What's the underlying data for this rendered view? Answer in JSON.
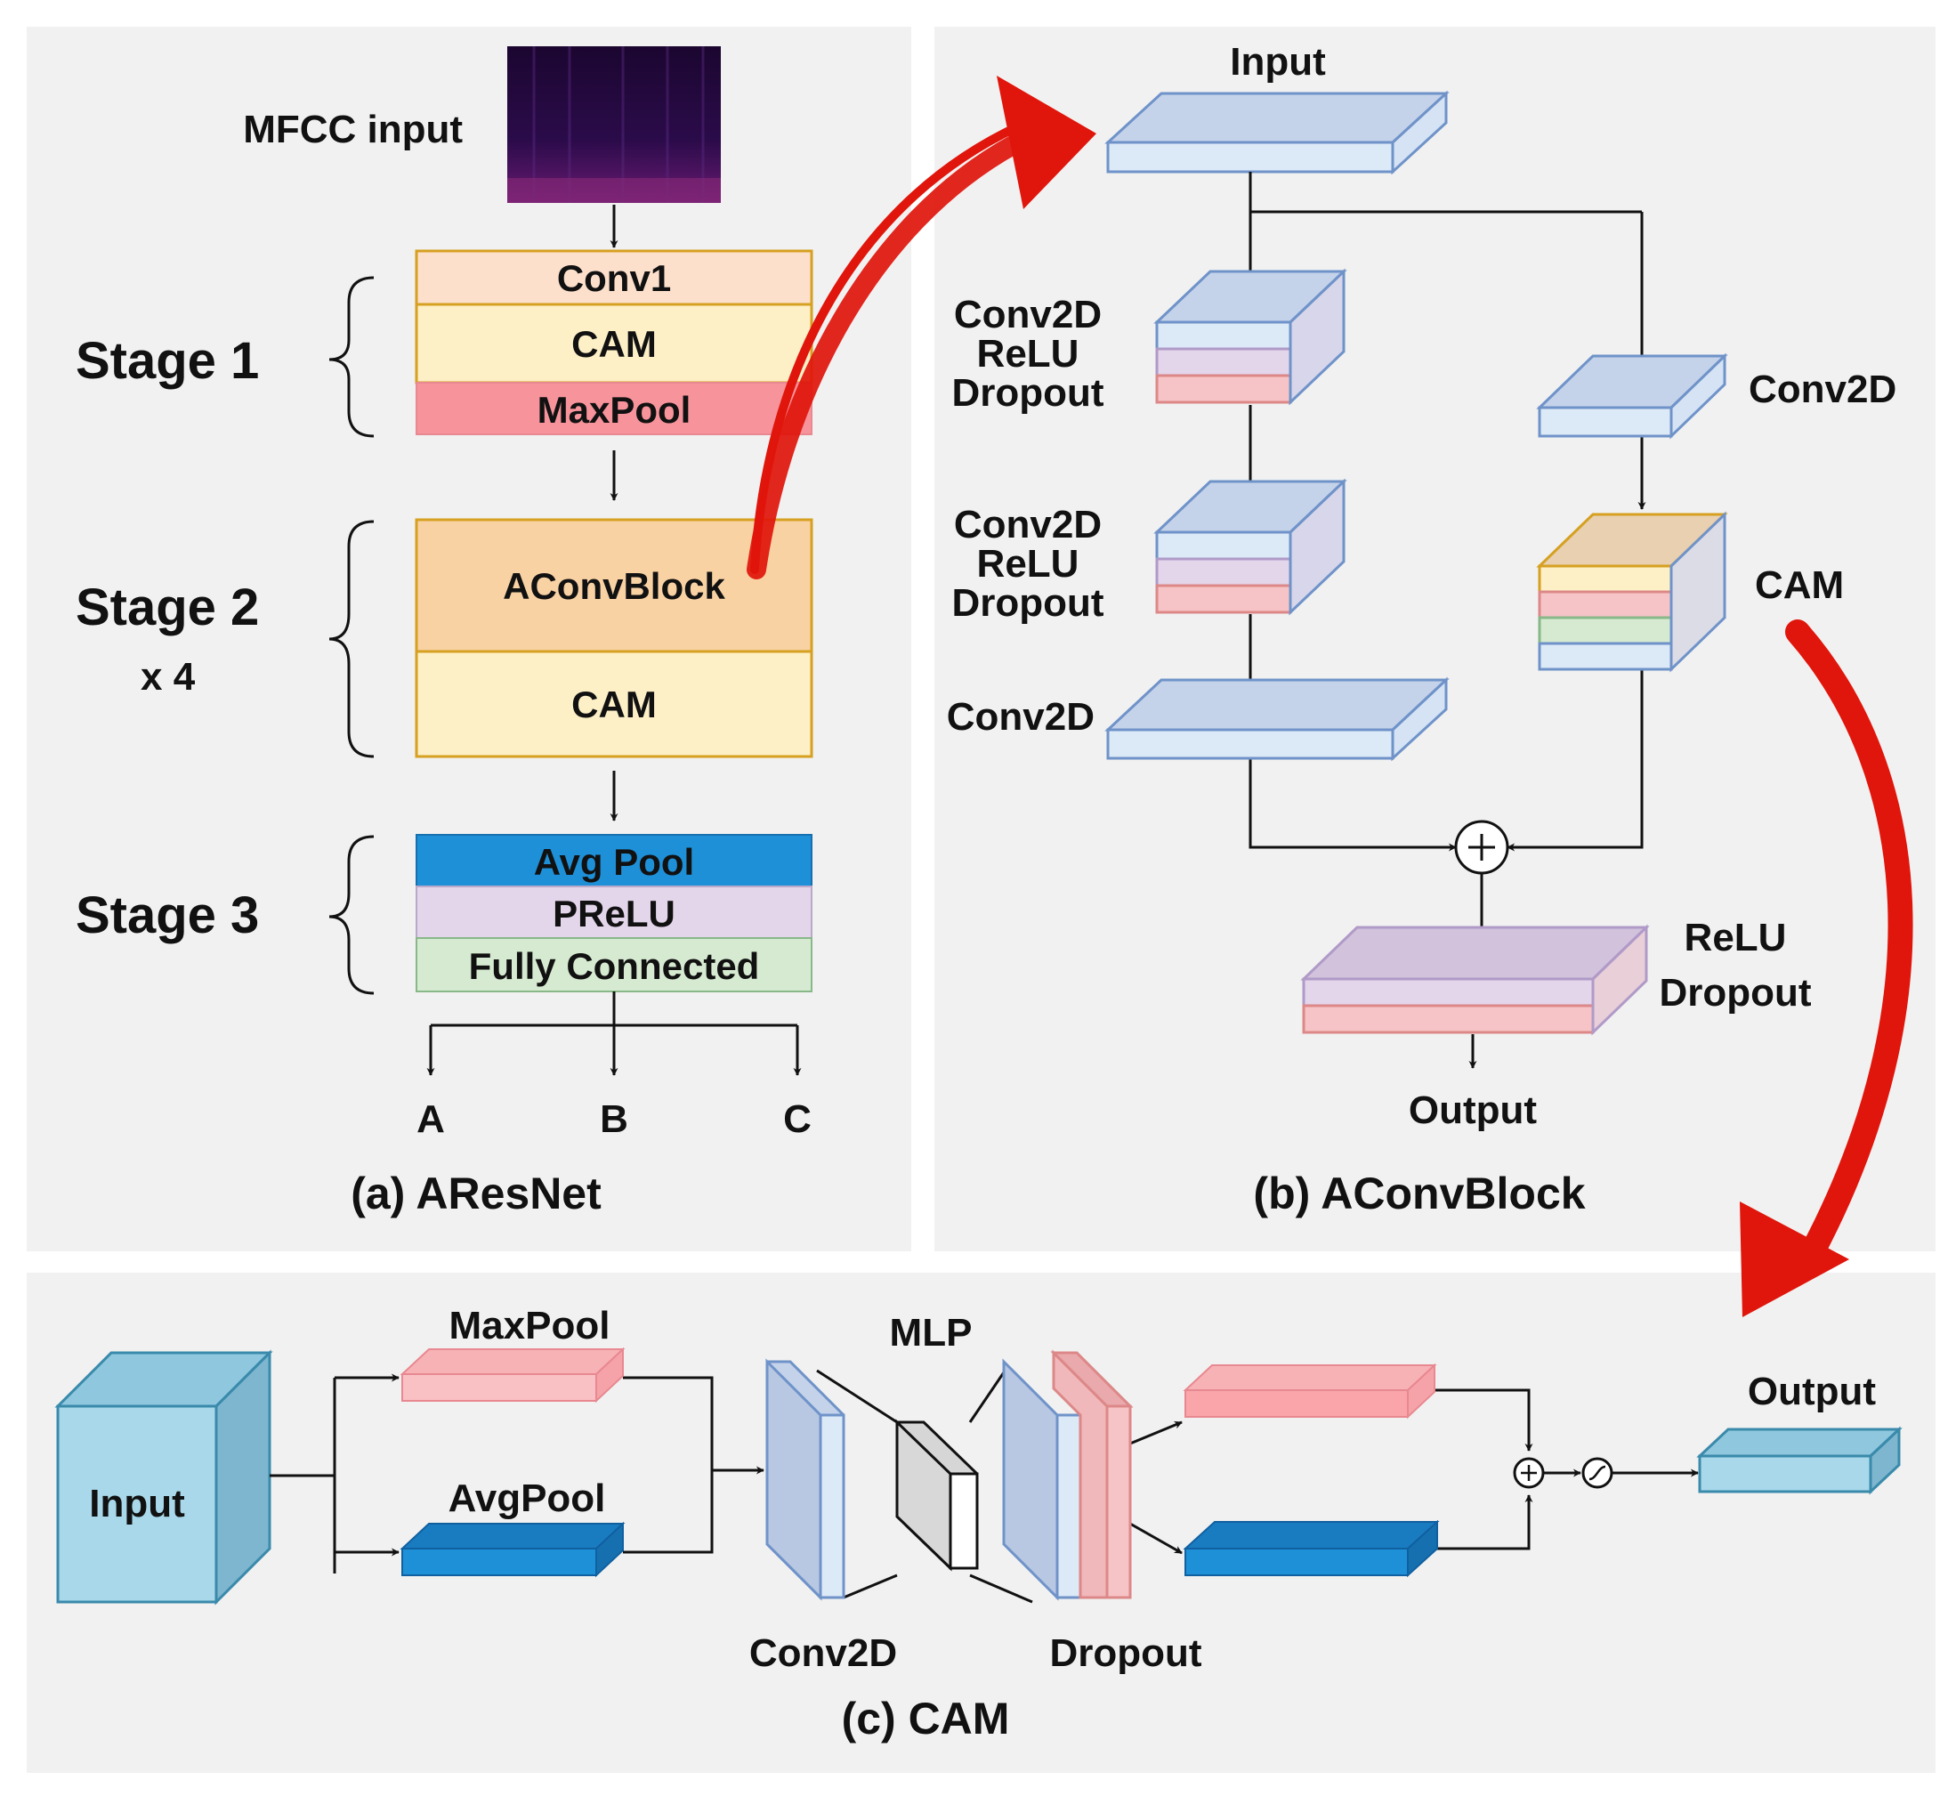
{
  "panel_a": {
    "caption": "(a) AResNet",
    "mfcc_label": "MFCC input",
    "stage1": {
      "label": "Stage 1",
      "blocks": [
        "Conv1",
        "CAM",
        "MaxPool"
      ]
    },
    "stage2": {
      "label": "Stage 2",
      "repeat": "x 4",
      "blocks": [
        "AConvBlock",
        "CAM"
      ]
    },
    "stage3": {
      "label": "Stage 3",
      "blocks": [
        "Avg Pool",
        "PReLU",
        "Fully Connected"
      ]
    },
    "outputs": [
      "A",
      "B",
      "C"
    ]
  },
  "panel_b": {
    "caption": "(b) AConvBlock",
    "input": "Input",
    "layer1": [
      "Conv2D",
      "ReLU",
      "Dropout"
    ],
    "layer2": [
      "Conv2D",
      "ReLU",
      "Dropout"
    ],
    "layer3": "Conv2D",
    "shortcut_conv": "Conv2D",
    "shortcut_cam": "CAM",
    "post": [
      "ReLU",
      "Dropout"
    ],
    "output": "Output"
  },
  "panel_c": {
    "caption": "(c) CAM",
    "input": "Input",
    "maxpool": "MaxPool",
    "avgpool": "AvgPool",
    "mlp": "MLP",
    "conv2d": "Conv2D",
    "dropout": "Dropout",
    "output": "Output"
  },
  "colors": {
    "panel_bg": "#f1f1f1",
    "conv1": "#fde0cc",
    "cam": "#fdefc6",
    "maxpool": "#f7939b",
    "aconv": "#f9d2a4",
    "avgpool": "#1e90d8",
    "prelu": "#e3d5ea",
    "fc": "#d6ead1",
    "conv_blue": "#c5d3ea",
    "arrow_red": "#e0150b"
  }
}
